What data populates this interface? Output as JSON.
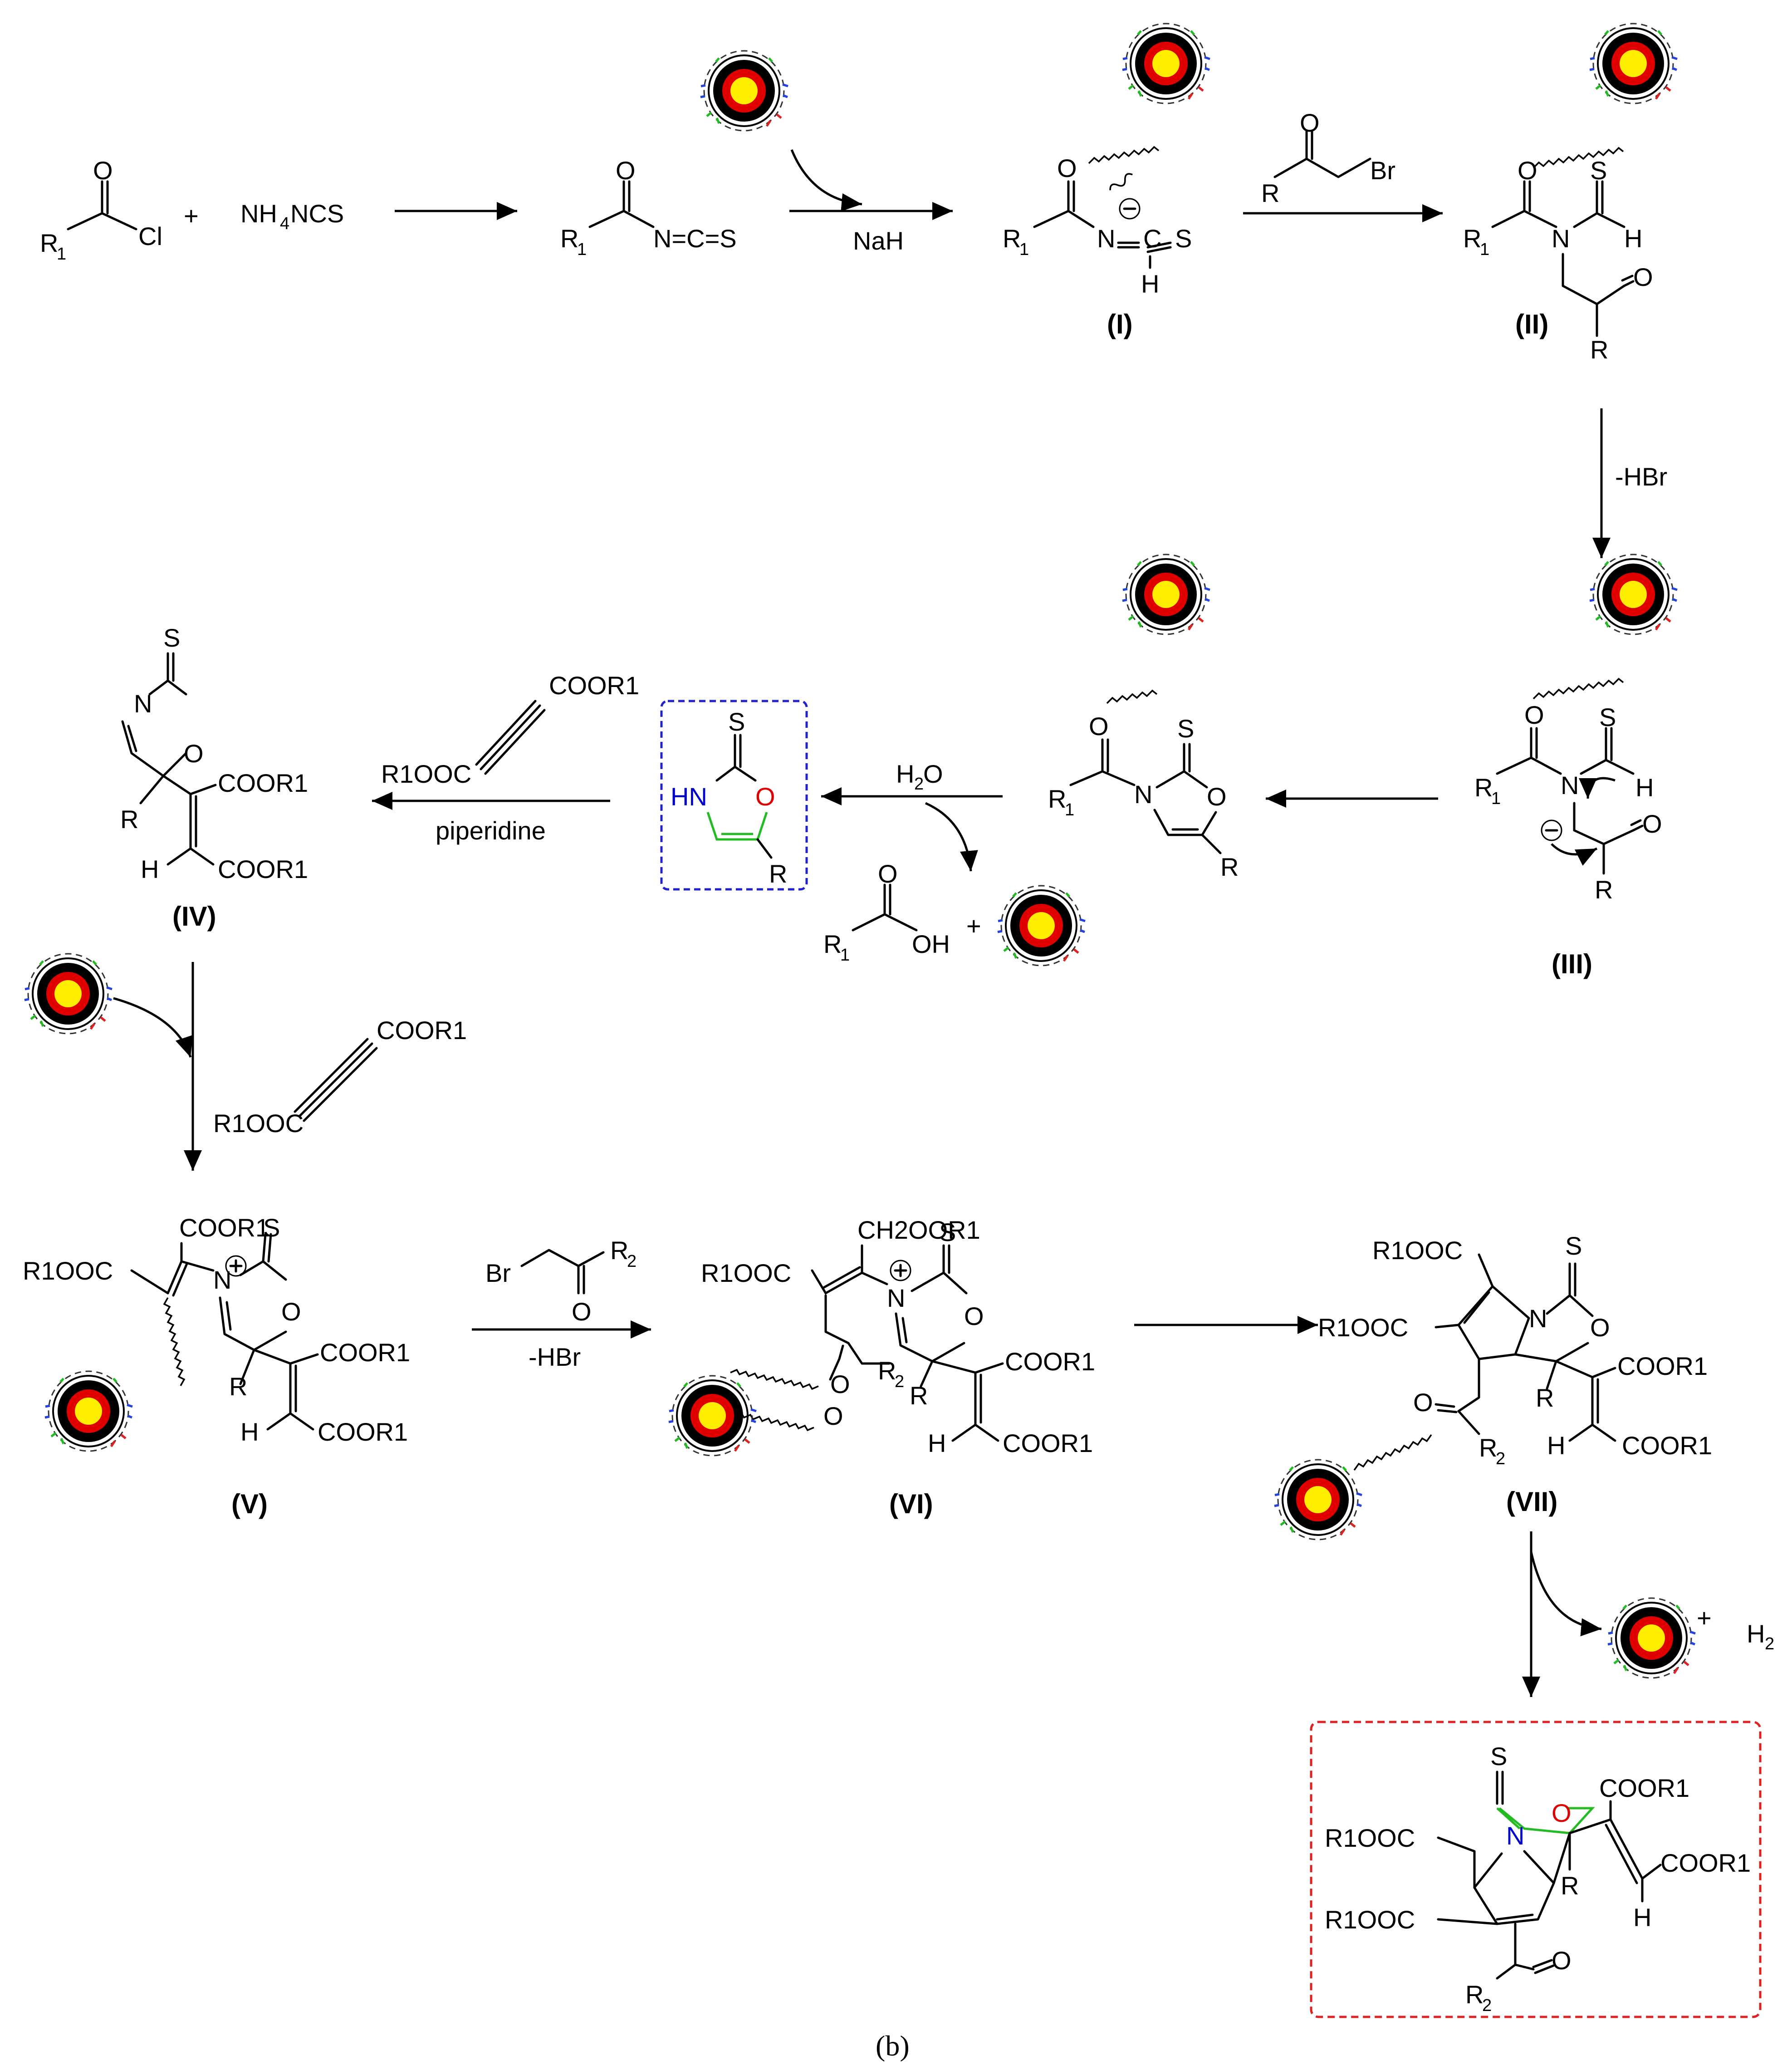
{
  "caption": "(b)",
  "compound_labels": {
    "I": "(I)",
    "II": "(II)",
    "III": "(III)",
    "IV": "(IV)",
    "V": "(V)",
    "VI": "(VI)",
    "VII": "(VII)"
  },
  "reagents": {
    "nah": "NaH",
    "hbr1": "-HBr",
    "h2o": "H2O",
    "piperidine": "piperidine",
    "hbr2": "-HBr"
  },
  "atom_labels": {
    "r1": "R1",
    "r": "R",
    "r2": "R2",
    "o": "O",
    "s": "S",
    "n": "N",
    "h": "H",
    "cl": "Cl",
    "br": "Br",
    "hn": "HN",
    "oh": "OH",
    "nh4ncs": "NH4NCS",
    "ncs": "N=C=S",
    "cooR1": "COOR1",
    "r1ooc": "R1OOC",
    "ch2oor1": "CH2OOR1",
    "h2": "H2",
    "plus": "+"
  },
  "highlight_boxes": {
    "intermediate_color": "#2222cc",
    "product_color": "#dd2222"
  },
  "catalyst_icon": "magnetic-nanoparticle-catalyst-icon",
  "colors": {
    "n_atom": "#0000cc",
    "o_atom": "#dd0000",
    "ring_bond": "#22bb22"
  }
}
